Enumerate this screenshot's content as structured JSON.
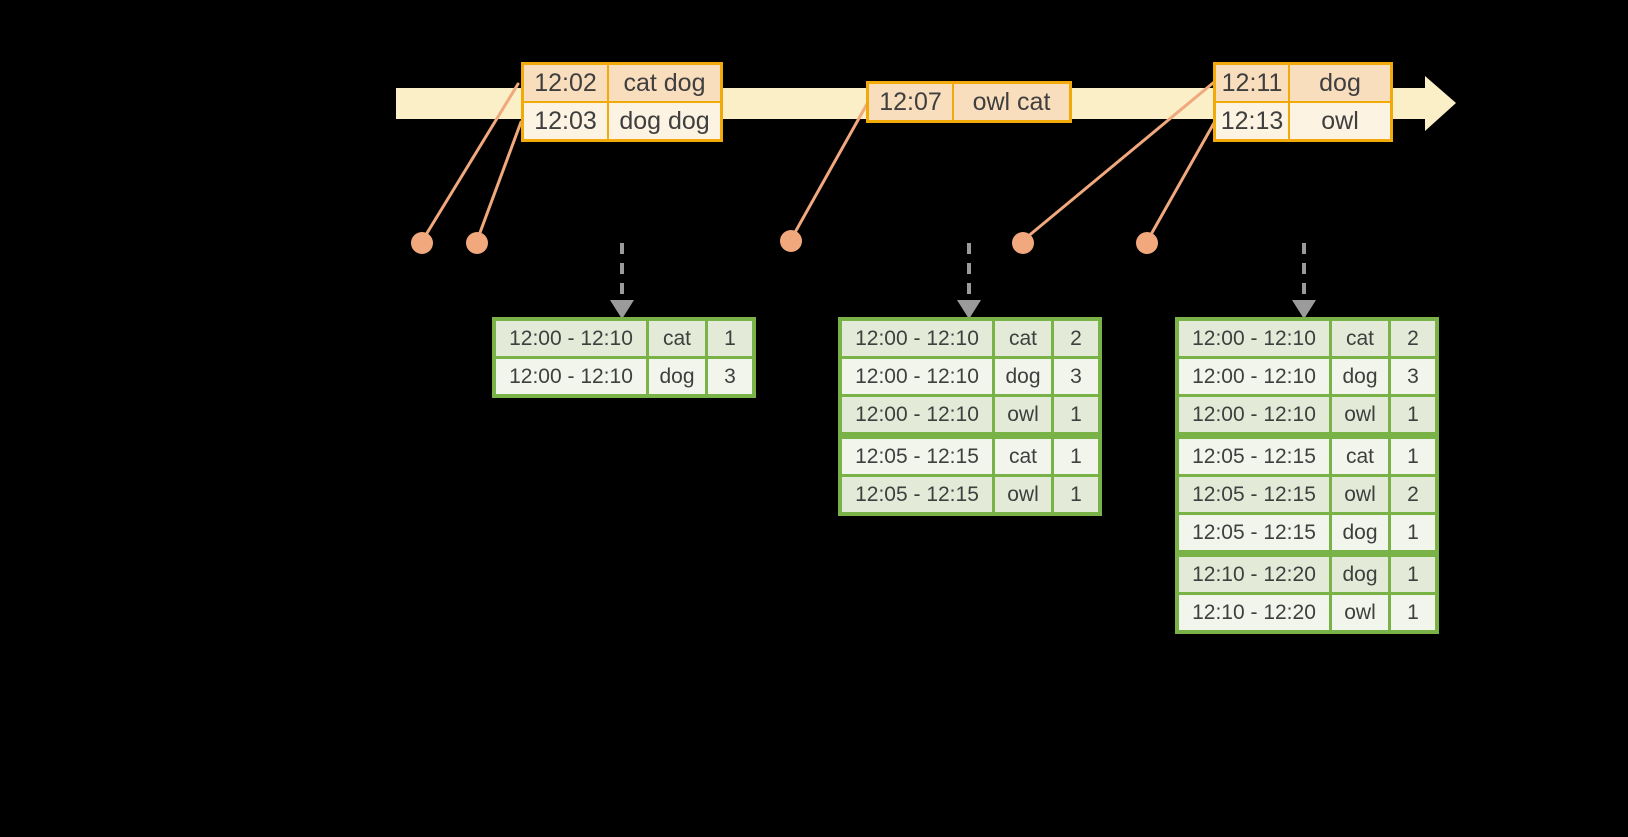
{
  "diagram": {
    "kind": "windowed-streaming-word-count-timeline",
    "colors": {
      "background": "#000000",
      "timeline_band": "#faefc6",
      "event_table_border": "#f2a90a",
      "event_row_peach": "#f9debe",
      "event_row_cream": "#fdf3e2",
      "event_marker": "#f0a87c",
      "result_table_border": "#79b246",
      "result_row_dark": "#e3ebd8",
      "result_row_light": "#f2f5ec",
      "trigger_arrow": "#9b9b9b",
      "text": "#3f3f3f"
    }
  },
  "event_tables": [
    {
      "rows": [
        {
          "time": "12:02",
          "words": "cat dog"
        },
        {
          "time": "12:03",
          "words": "dog dog"
        }
      ]
    },
    {
      "rows": [
        {
          "time": "12:07",
          "words": "owl cat"
        }
      ]
    },
    {
      "rows": [
        {
          "time": "12:11",
          "words": "dog"
        },
        {
          "time": "12:13",
          "words": "owl"
        }
      ]
    }
  ],
  "result_tables": [
    {
      "rows": [
        {
          "window": "12:00 - 12:10",
          "word": "cat",
          "count": "1"
        },
        {
          "window": "12:00 - 12:10",
          "word": "dog",
          "count": "3"
        }
      ]
    },
    {
      "rows": [
        {
          "window": "12:00 - 12:10",
          "word": "cat",
          "count": "2"
        },
        {
          "window": "12:00 - 12:10",
          "word": "dog",
          "count": "3"
        },
        {
          "window": "12:00 - 12:10",
          "word": "owl",
          "count": "1"
        },
        {
          "window": "12:05 - 12:15",
          "word": "cat",
          "count": "1"
        },
        {
          "window": "12:05 - 12:15",
          "word": "owl",
          "count": "1"
        }
      ]
    },
    {
      "rows": [
        {
          "window": "12:00 - 12:10",
          "word": "cat",
          "count": "2"
        },
        {
          "window": "12:00 - 12:10",
          "word": "dog",
          "count": "3"
        },
        {
          "window": "12:00 - 12:10",
          "word": "owl",
          "count": "1"
        },
        {
          "window": "12:05 - 12:15",
          "word": "cat",
          "count": "1"
        },
        {
          "window": "12:05 - 12:15",
          "word": "owl",
          "count": "2"
        },
        {
          "window": "12:05 - 12:15",
          "word": "dog",
          "count": "1"
        },
        {
          "window": "12:10 - 12:20",
          "word": "dog",
          "count": "1"
        },
        {
          "window": "12:10 - 12:20",
          "word": "owl",
          "count": "1"
        }
      ]
    }
  ]
}
